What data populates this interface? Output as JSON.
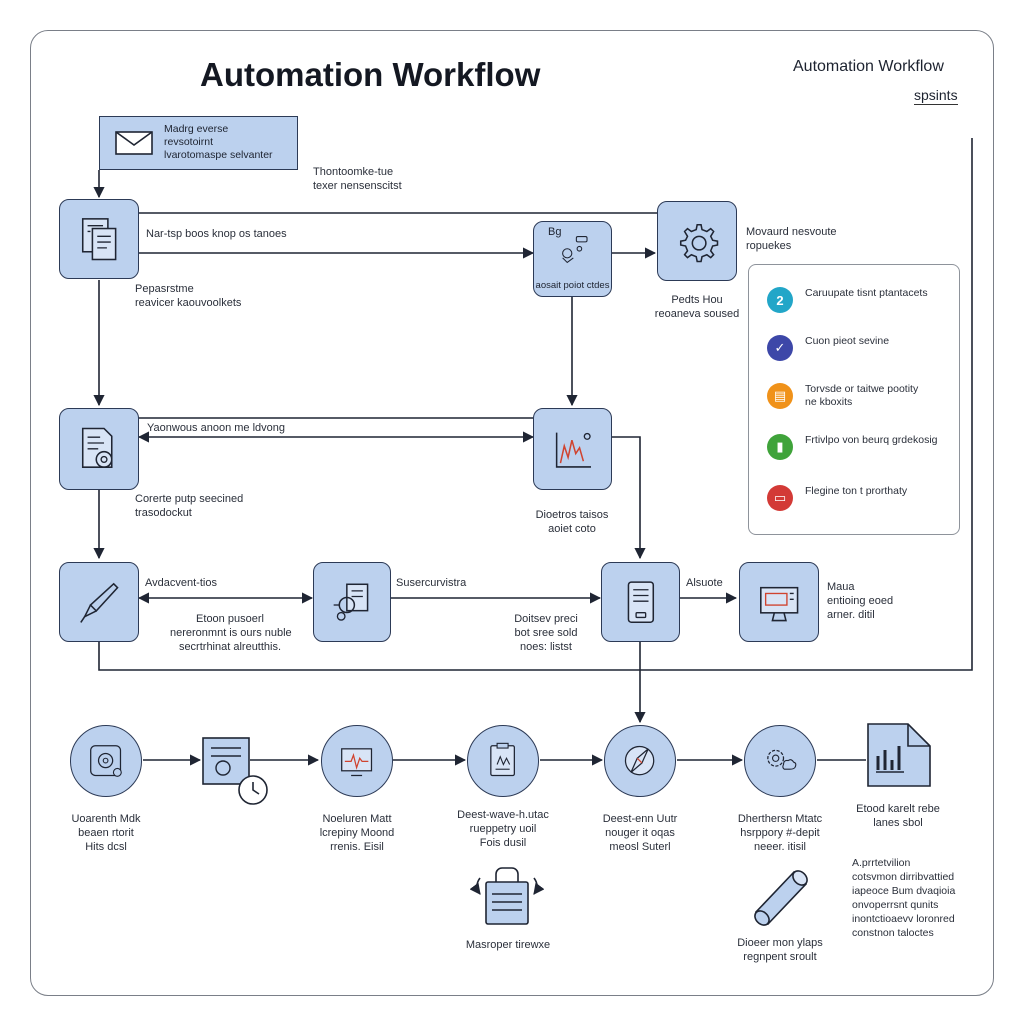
{
  "diagram": {
    "title": "Automation Workflow",
    "corner_title": "Automation Workflow",
    "corner_sub": "spsints",
    "trigger": {
      "icon": "envelope-icon",
      "lines": [
        "Madrg everse",
        "revsotoirnt",
        "lvarotomaspe selvanter"
      ]
    },
    "trigger_note": [
      "Thontoomke-tue",
      "texer nensenscitst"
    ],
    "row1": {
      "doc_label": [
        "Pepasrstme",
        "reavicer kaouvoolkets"
      ],
      "edge_label": "Nar-tsp boos knop os tanoes",
      "hub_label": "aosait poiot ctdes",
      "hub_tag": "Bg",
      "gear_label_top": [
        "Movaurd nesvoute",
        "ropuekes"
      ],
      "gear_label_bottom": [
        "Pedts Hou",
        "reoaneva soused"
      ]
    },
    "row2": {
      "edge_label": "Yaonwous anoon me ldvong",
      "doc_label": [
        "Corerte putp seecined",
        "trasodockut"
      ],
      "chart_label": [
        "Dioetros taisos",
        "aoiet coto"
      ]
    },
    "row3": {
      "tool_label": "Avdacvent-tios",
      "edge_note": [
        "Etoon pusoerl",
        "nereronmnt is ours nuble",
        "secrtrhinat alreutthis."
      ],
      "proc_label": "Susercurvistra",
      "proc_note": [
        "Doitsev preci",
        "bot sree sold",
        "noes: listst"
      ],
      "device_label": "Alsuote",
      "monitor_label": [
        "Maua",
        "entioing eoed",
        "arner. ditil"
      ]
    },
    "legend": [
      {
        "color": "#22a6c8",
        "glyph": "2",
        "icon": "info-icon",
        "lines": [
          "Caruupate tisnt ptantacets"
        ]
      },
      {
        "color": "#3d47a8",
        "glyph": "✓",
        "icon": "check-icon",
        "lines": [
          "Cuon pieot sevine"
        ]
      },
      {
        "color": "#f0921a",
        "glyph": "▤",
        "icon": "note-icon",
        "lines": [
          "Torvsde or taitwe pootity",
          "ne kboxits"
        ]
      },
      {
        "color": "#3fa33a",
        "glyph": "▮",
        "icon": "chart-icon",
        "lines": [
          "Frtivlpo von beurq grdekosig"
        ]
      },
      {
        "color": "#d33a36",
        "glyph": "▭",
        "icon": "card-icon",
        "lines": [
          "Flegine ton t prorthaty"
        ]
      }
    ],
    "pipeline": [
      {
        "icon": "gear-badge-icon",
        "lines": [
          "Uoarenth Mdk",
          "beaen rtorit",
          "Hits dcsl"
        ]
      },
      {
        "icon": "schedule-icon",
        "lines": []
      },
      {
        "icon": "monitor-pulse-icon",
        "lines": [
          "Noeluren Matt",
          "lcrepiny Moond",
          "rrenis. Eisil"
        ]
      },
      {
        "icon": "clipboard-icon",
        "lines": [
          "Deest-wave-h.utac",
          "rueppetry uoil",
          "Fois dusil"
        ]
      },
      {
        "icon": "compass-icon",
        "lines": [
          "Deest-enn Uutr",
          "nouger it oqas",
          "meosl Suterl"
        ]
      },
      {
        "icon": "gears-cloud-icon",
        "lines": [
          "Dherthersn Mtatc",
          "hsrppory #-depit",
          "neeer. itisil"
        ]
      },
      {
        "icon": "report-chart-icon",
        "lines": [
          "Etood karelt rebe",
          "lanes sbol"
        ]
      }
    ],
    "bottom": {
      "lock_label": "Masroper tirewxe",
      "pipe_label": [
        "Dioeer mon ylaps",
        "regnpent sroult"
      ],
      "summary": [
        "A.prrtetvilion",
        "cotsvmon dirribvattied",
        "iapeoce Bum dvaqioia",
        "onvoperrsnt qunits",
        "inontctioaevv loronred",
        "constnon taloctes"
      ]
    }
  }
}
